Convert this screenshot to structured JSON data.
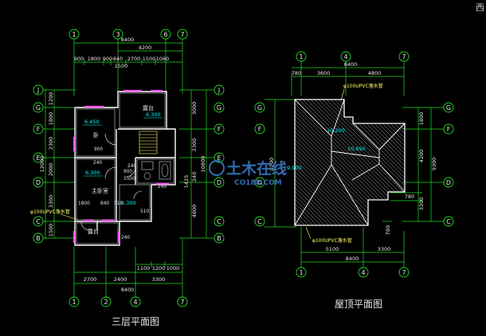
{
  "colors": {
    "background": "#000000",
    "wall": "#ffffff",
    "dimension": "#22dd22",
    "axis_bubble": "#22dd22",
    "label": "#e6e6e6",
    "annotation": "#ffff66",
    "level": "#00ffff",
    "window": "#ff55ff",
    "watermark": "#3a7fd0"
  },
  "watermark": {
    "text": "土木在线",
    "url": "CO188.COM"
  },
  "corner_glyph": "西",
  "plan_left": {
    "title": "三层平面图",
    "top_axes": [
      "1",
      "3",
      "6",
      "7"
    ],
    "bottom_axes": [
      "1",
      "2",
      "4",
      "7"
    ],
    "left_axes": [
      "J",
      "G",
      "F",
      "E",
      "D",
      "C",
      "B"
    ],
    "right_axes": [
      "J",
      "G",
      "F",
      "E",
      "D",
      "C",
      "B"
    ],
    "top_total": "8400",
    "top_segments": [
      "4200"
    ],
    "top_detail": [
      "900",
      "1800",
      "900",
      "840",
      "2700",
      "1500",
      "1060"
    ],
    "bottom_detail": [
      "1100",
      "1200",
      "1000"
    ],
    "bottom_segments": [
      "2700",
      "2400",
      "3300"
    ],
    "bottom_total": "8400",
    "left_segments": [
      "1200",
      "1800",
      "2300",
      "2000",
      "3300",
      "1500"
    ],
    "left_total": "12000",
    "right_segments": [
      "3000",
      "2300",
      "1425",
      "4800"
    ],
    "right_total": "10800",
    "right_inner": "240",
    "inner_dims": [
      "900",
      "900",
      "1500",
      "1500",
      "1800",
      "840",
      "510",
      "510",
      "240",
      "240",
      "240",
      "240"
    ],
    "rooms": [
      {
        "name": "露台",
        "level": "6.300"
      },
      {
        "name": "卧",
        "level": "6.450"
      },
      {
        "name": "主卧室",
        "level": "6.300"
      },
      {
        "name": "露台",
        "level": ""
      }
    ],
    "levels": [
      "6.300"
    ],
    "note": "φ100UPVC落水管"
  },
  "plan_right": {
    "title": "屋顶平面图",
    "top_axes": [
      "1",
      "4",
      "7"
    ],
    "bottom_axes": [
      "1",
      "4",
      "7"
    ],
    "left_axes": [
      "G",
      "F",
      "D",
      "C"
    ],
    "right_axes": [
      "G",
      "F",
      "D",
      "C"
    ],
    "top_total": "8400",
    "top_segments": [
      "780",
      "3600",
      "4800"
    ],
    "bottom_segments": [
      "5100",
      "3300"
    ],
    "bottom_total": "8400",
    "left_total": "9700",
    "right_segments": [
      "1800",
      "4200",
      "3300"
    ],
    "right_total": "9300",
    "right_small": "780",
    "bottom_small": "780",
    "levels": [
      "10.200",
      "10.650",
      "9.900"
    ],
    "note_top": "φ100UPVC落水管",
    "note_bottom": "φ100UPVC落水管"
  }
}
